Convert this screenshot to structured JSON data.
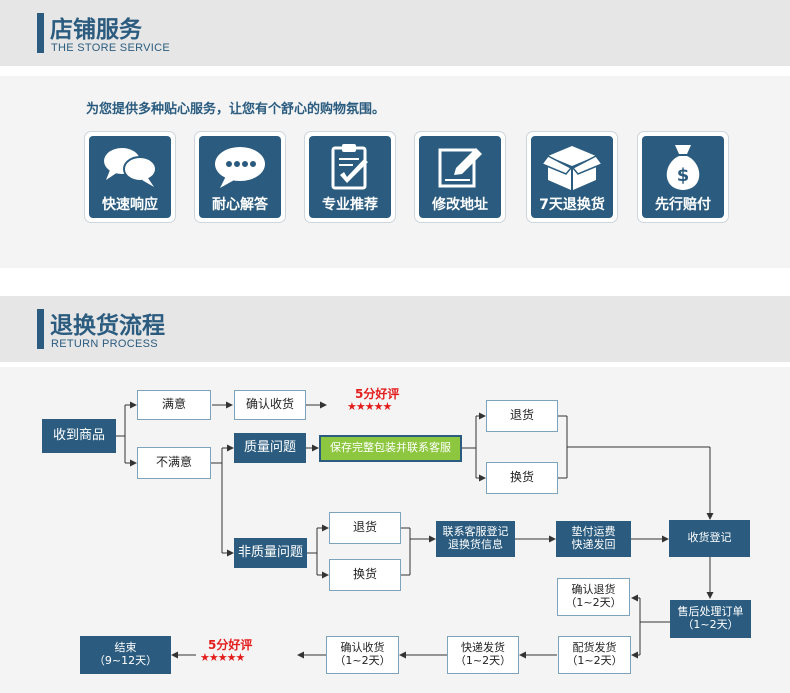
{
  "store_service": {
    "title": "店铺服务",
    "subtitle": "THE STORE SERVICE",
    "tagline": "为您提供多种贴心服务，让您有个舒心的购物氛围。",
    "items": [
      {
        "label": "快速响应",
        "icon": "chat-bubbles-icon"
      },
      {
        "label": "耐心解答",
        "icon": "speech-bubble-dots-icon"
      },
      {
        "label": "专业推荐",
        "icon": "clipboard-check-icon"
      },
      {
        "label": "修改地址",
        "icon": "edit-pen-icon"
      },
      {
        "label": "7天退换货",
        "icon": "box-icon"
      },
      {
        "label": "先行赔付",
        "icon": "money-bag-icon"
      }
    ]
  },
  "return_process": {
    "title": "退换货流程",
    "subtitle": "RETURN PROCESS",
    "nodes": {
      "receive": "收到商品",
      "satisfied": "满意",
      "confirm_receipt_top": "确认收货",
      "rating_top": "5分好评",
      "unsatisfied": "不满意",
      "quality_issue": "质量问题",
      "keep_package": "保存完整包装并联系客服",
      "return_top": "退货",
      "exchange_top": "换货",
      "non_quality": "非质量问题",
      "return_mid": "退货",
      "exchange_mid": "换货",
      "contact_service": "联系客服登记退换货信息",
      "prepay_shipping": "垫付运费快递发回",
      "receipt_register": "收货登记",
      "confirm_return_1": "确认退货",
      "confirm_return_2": "（1~2天）",
      "after_sales_1": "售后处理订单",
      "after_sales_2": "（1~2天）",
      "ship_out_1": "配货发货",
      "ship_out_2": "（1~2天）",
      "express_1": "快递发货",
      "express_2": "（1~2天）",
      "confirm_recv_1": "确认收货",
      "confirm_recv_2": "（1~2天）",
      "rating_bottom": "5分好评",
      "end_1": "结束",
      "end_2": "（9~12天）"
    },
    "stars": "★★★★★"
  },
  "colors": {
    "primary": "#2b5c7f",
    "accent_green": "#8dc63f",
    "rating_red": "#e41c1c",
    "panel_bg": "#f4f4f4",
    "header_bg": "#e6e6e6"
  }
}
